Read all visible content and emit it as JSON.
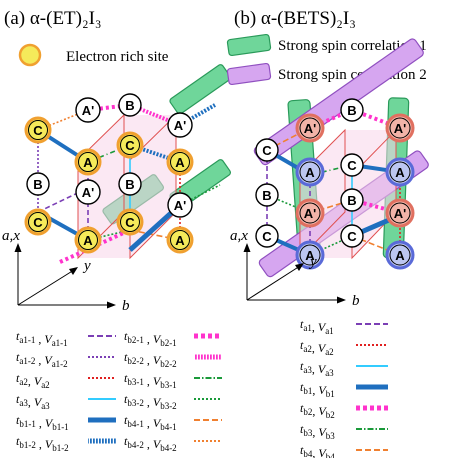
{
  "panel_a": {
    "title": "(a) α-(ET)₂I₃",
    "legend_site": "Electron rich site",
    "axis_vertical": "a,x",
    "axis_y": "y",
    "axis_b": "b",
    "legend_col1": [
      {
        "label": "t_a1-1 , V_a1-1",
        "color": "#7b3fb5",
        "style": "dashed",
        "width": 2
      },
      {
        "label": "t_a1-2 , V_a1-2",
        "color": "#7b3fb5",
        "style": "dotted",
        "width": 2
      },
      {
        "label": "t_a2, V_a2",
        "color": "#e02020",
        "style": "dotted",
        "width": 2
      },
      {
        "label": "t_a3, V_a3",
        "color": "#33ccff",
        "style": "solid",
        "width": 2
      },
      {
        "label": "t_b1-1 , V_b1-1",
        "color": "#1f6fbf",
        "style": "solid",
        "width": 5
      },
      {
        "label": "t_b1-2 , V_b1-2",
        "color": "#1f6fbf",
        "style": "hatched",
        "width": 5
      }
    ],
    "legend_col2": [
      {
        "label": "t_b2-1 , V_b2-1",
        "color": "#ff33cc",
        "style": "dotted",
        "width": 5
      },
      {
        "label": "t_b2-2 , V_b2-2",
        "color": "#ff33cc",
        "style": "hatched",
        "width": 5
      },
      {
        "label": "t_b3-1 , V_b3-1",
        "color": "#1a9a3a",
        "style": "dashdot",
        "width": 2
      },
      {
        "label": "t_b3-2 , V_b3-2",
        "color": "#1a9a3a",
        "style": "dotted",
        "width": 2
      },
      {
        "label": "t_b4-1 , V_b4-1",
        "color": "#f08030",
        "style": "dashed",
        "width": 2
      },
      {
        "label": "t_b4-2 , V_b4-2",
        "color": "#f08030",
        "style": "dotted",
        "width": 2
      }
    ]
  },
  "panel_b": {
    "title": "(b) α-(BETS)₂I₃",
    "legend_strong1": "Strong spin correlation 1",
    "legend_strong2": "Strong spin correlation 2",
    "axis_vertical": "a,x",
    "axis_y": "y",
    "axis_b": "b",
    "legend": [
      {
        "label": "t_a1, V_a1",
        "color": "#7b3fb5",
        "style": "dashed",
        "width": 2
      },
      {
        "label": "t_a2, V_a2",
        "color": "#e02020",
        "style": "dotted",
        "width": 2
      },
      {
        "label": "t_a3, V_a3",
        "color": "#33ccff",
        "style": "solid",
        "width": 2
      },
      {
        "label": "t_b1, V_b1",
        "color": "#1f6fbf",
        "style": "solid",
        "width": 5
      },
      {
        "label": "t_b2, V_b2",
        "color": "#ff33cc",
        "style": "dotted",
        "width": 5
      },
      {
        "label": "t_b3, V_b3",
        "color": "#1a9a3a",
        "style": "dashdot",
        "width": 2
      },
      {
        "label": "t_b4, V_b4",
        "color": "#f08030",
        "style": "dashed",
        "width": 2
      }
    ]
  },
  "site_labels": {
    "A": "A",
    "Ap": "A'",
    "B": "B",
    "C": "C"
  },
  "colors": {
    "rich_fill": "#f5ea5a",
    "rich_ring": "#f0a030",
    "bets_red_fill": "#f2b3a8",
    "bets_red_ring": "#e07060",
    "bets_blue_fill": "#bcc6f0",
    "bets_blue_ring": "#5a6ad8",
    "green_bar": "#6fd69a",
    "green_bar_edge": "#2a9a5a",
    "purple_bar": "#d6a6f0",
    "purple_bar_edge": "#9050c0",
    "plane_fill": "#f7d6ea",
    "plane_edge": "#e05050"
  }
}
